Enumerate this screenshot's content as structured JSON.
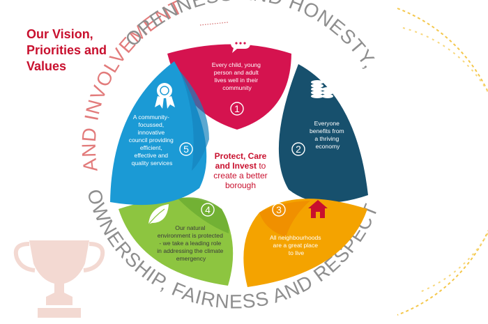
{
  "title": {
    "line1": "Our Vision,",
    "line2": "Priorities and",
    "line3": "Values"
  },
  "center": {
    "line1": "Protect, Care",
    "line2_bold": "and Invest",
    "line2_rest": " to",
    "line3": "create a better",
    "line4": "borough"
  },
  "values": {
    "openness": "OPENNESS AND HONESTY,",
    "ownership": "OWNERSHIP, FAIRNESS AND RESPECT",
    "involvement": "AND INVOLVEMENT"
  },
  "petals": [
    {
      "number": "1",
      "color": "#d5134f",
      "icon": "speech-bubble-icon",
      "lines": [
        "Every child, young",
        "person and adult",
        "lives well in their",
        "community"
      ]
    },
    {
      "number": "2",
      "color": "#17506d",
      "icon": "coin-stack-icon",
      "lines": [
        "Everyone",
        "benefits from",
        "a thriving",
        "economy"
      ]
    },
    {
      "number": "3",
      "color": "#f4a300",
      "icon": "house-icon",
      "lines": [
        "All neighbourhoods",
        "are a great place",
        "to live"
      ]
    },
    {
      "number": "4",
      "color": "#8dc540",
      "icon": "leaf-icon",
      "lines": [
        "Our natural",
        "environment is protected",
        "- we take a leading role",
        "in addressing the climate",
        "emergency"
      ]
    },
    {
      "number": "5",
      "color": "#1b9ad5",
      "icon": "award-rosette-icon",
      "lines": [
        "A community-",
        "focussed,",
        "innovative",
        "council providing",
        "efficient,",
        "effective and",
        "quality services"
      ]
    }
  ],
  "colors": {
    "brand_red": "#c8102e",
    "ring_grey": "#8e8e8e",
    "ring_red": "#e27b7b",
    "gold": "#f4c74b",
    "trophy": "#f3d9d2"
  }
}
